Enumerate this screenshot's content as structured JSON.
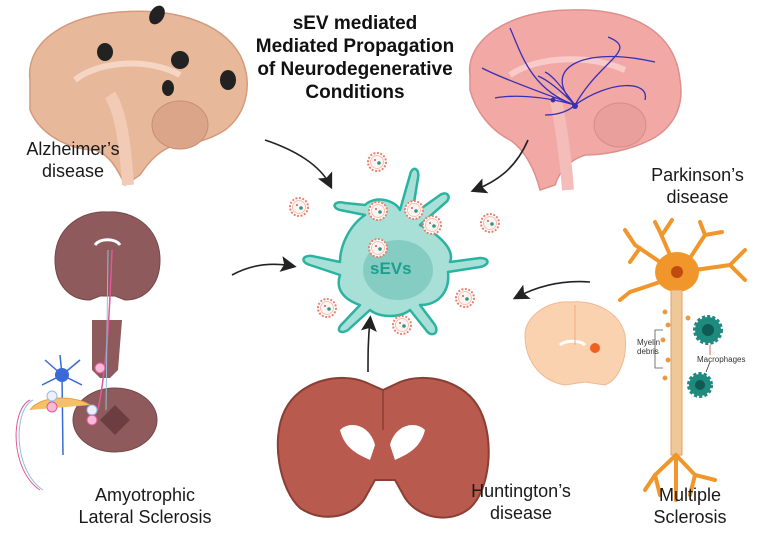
{
  "title": {
    "lines": [
      "sEV mediated",
      "Mediated Propagation",
      "of Neurodegenerative",
      "Conditions"
    ]
  },
  "center": {
    "label": "sEVs",
    "cell_color": "#a8e0d8",
    "outline_color": "#2ab3a0",
    "nucleus_color": "#7cc8bd",
    "particle_color": "#e8826e",
    "particle_count": 13
  },
  "diseases": [
    {
      "id": "alzheimers",
      "label_lines": [
        "Alzheimer’s",
        "disease"
      ],
      "illustration": "sagittal-brain-with-plaques",
      "brain_color": "#e8b89a"
    },
    {
      "id": "parkinsons",
      "label_lines": [
        "Parkinson’s",
        "disease"
      ],
      "illustration": "sagittal-brain-with-dopaminergic-pathways",
      "brain_color": "#f2a9a6",
      "pathway_color": "#3b2fb5"
    },
    {
      "id": "als",
      "label_lines": [
        "Amyotrophic",
        "Lateral Sclerosis"
      ],
      "illustration": "coronal-brain-spinal-cord-motor-neuron",
      "brain_color": "#8e5a5c",
      "neuron_color": "#3a6ad8"
    },
    {
      "id": "huntingtons",
      "label_lines": [
        "Huntington’s",
        "disease"
      ],
      "illustration": "coronal-brain-section",
      "brain_color": "#b85a4e"
    },
    {
      "id": "ms",
      "label_lines": [
        "Multiple",
        "Sclerosis"
      ],
      "illustration": "demyelinated-neuron-with-macrophages",
      "neuron_color": "#f0962a",
      "macrophage_color": "#1f8a7e",
      "annotations": {
        "myelin_label_lines": [
          "Myelin",
          "debris"
        ],
        "macrophage_label": "Macrophages"
      }
    }
  ],
  "arrows": [
    {
      "from": "alzheimers",
      "to": "center"
    },
    {
      "from": "parkinsons",
      "to": "center"
    },
    {
      "from": "als",
      "to": "center"
    },
    {
      "from": "huntingtons",
      "to": "center"
    },
    {
      "from": "ms",
      "to": "center"
    }
  ]
}
